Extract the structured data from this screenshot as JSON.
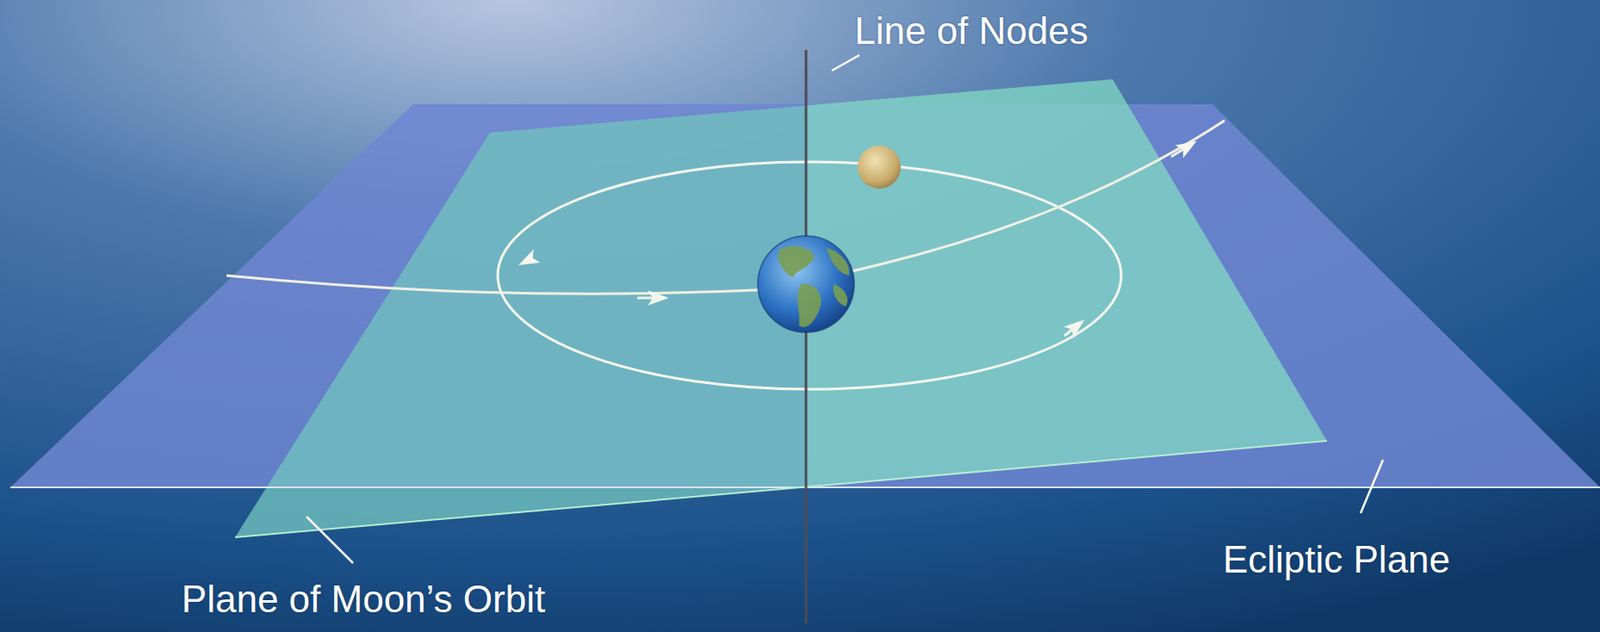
{
  "diagram": {
    "labels": [
      "Line of Nodes",
      "Ecliptic Plane",
      "Plane of Moon’s Orbit"
    ]
  }
}
